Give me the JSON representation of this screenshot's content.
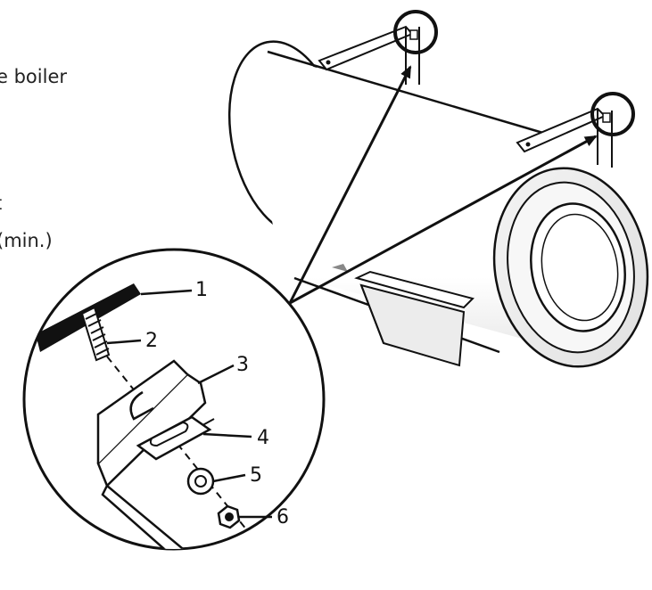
{
  "text_fragments": [
    "e boiler",
    "t",
    "(min.)"
  ],
  "callouts": [
    {
      "number": "1",
      "part": "ceiling-joist"
    },
    {
      "number": "2",
      "part": "threaded-rod"
    },
    {
      "number": "3",
      "part": "mounting-bracket"
    },
    {
      "number": "4",
      "part": "slotted-plate"
    },
    {
      "number": "5",
      "part": "washer"
    },
    {
      "number": "6",
      "part": "nut"
    }
  ],
  "colors": {
    "line": "#111111",
    "shade": "#e6e6e6",
    "fill": "#ffffff"
  }
}
